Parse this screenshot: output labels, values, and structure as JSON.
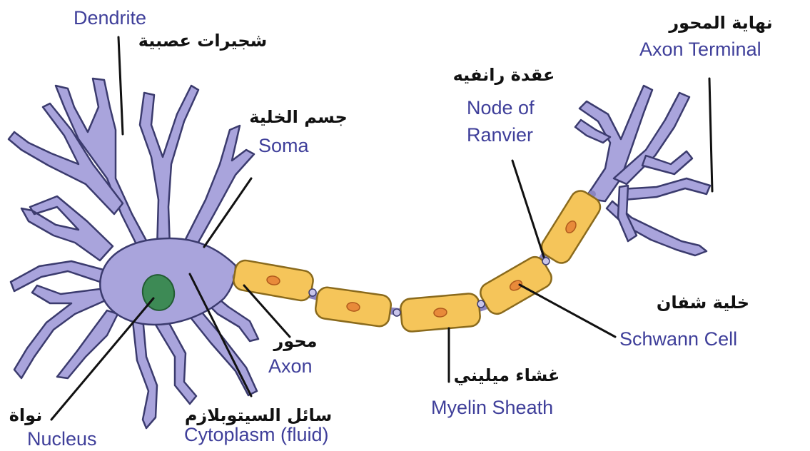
{
  "labels": {
    "dendrite": {
      "en": "Dendrite",
      "ar": "شجيرات عصبية"
    },
    "soma": {
      "en": "Soma",
      "ar": "جسم الخلية"
    },
    "nucleus": {
      "en": "Nucleus",
      "ar": "نواة"
    },
    "cytoplasm": {
      "en": "Cytoplasm (fluid)",
      "ar": "سائل السيتوبلازم"
    },
    "axon": {
      "en": "Axon",
      "ar": "محور"
    },
    "myelin_sheath": {
      "en": "Myelin Sheath",
      "ar": "غشاء ميليني"
    },
    "node_ranvier": {
      "en": [
        "Node of",
        "Ranvier"
      ],
      "ar": "عقدة رانفيه"
    },
    "schwann_cell": {
      "en": "Schwann Cell",
      "ar": "خلية شفان"
    },
    "axon_terminal": {
      "en": "Axon Terminal",
      "ar": "نهاية المحور"
    }
  },
  "colors": {
    "neuron_fill": "#a9a4dc",
    "neuron_stroke": "#3b3b6e",
    "nucleus": "#3d8a55",
    "myelin_fill": "#f5c55a",
    "myelin_stroke": "#8a6a1c",
    "schwann_nucleus": "#e88a3a",
    "english_label": "#3f3f9a",
    "arabic_label": "#111111"
  }
}
